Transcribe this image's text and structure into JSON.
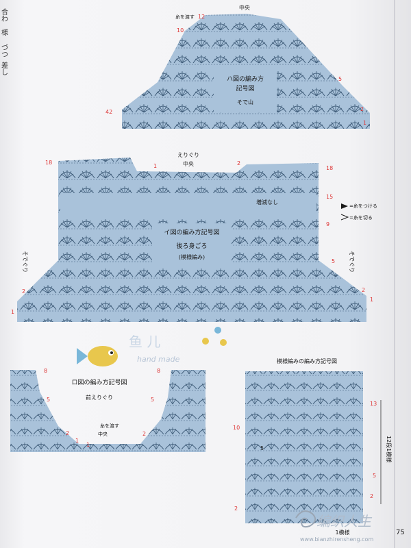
{
  "left_margin_text": [
    "合わ",
    "様",
    "づつ",
    "差し"
  ],
  "diagram_ha": {
    "title": "ハ図の編み方",
    "title2": "記号図",
    "subtitle": "そで山",
    "labels": {
      "center": "中央",
      "yarn": "糸を渡す",
      "row12": "12",
      "row10": "10",
      "row5": "5",
      "row42": "42",
      "row2": "2",
      "row1": "1"
    }
  },
  "diagram_i": {
    "title": "イ図の編み方記号図",
    "subtitle": "後ろ身ごろ",
    "subtitle2": "(模様編み)",
    "labels": {
      "neck": "えりぐり",
      "center": "中央",
      "no_change": "増減なし",
      "sleeve_left": "そでぐり",
      "sleeve_right": "そでぐり",
      "r18l": "18",
      "r18r": "18",
      "r15": "15",
      "r9": "9",
      "r5": "5",
      "r2a": "2",
      "r1a": "1",
      "r2b": "2",
      "r1b": "1",
      "r2c": "2",
      "r1c": "1"
    }
  },
  "legend": {
    "attach": "=糸をつける",
    "cut": "=糸を切る"
  },
  "watermark_fish": {
    "chars": "鱼 儿",
    "script": "hand made"
  },
  "diagram_ro": {
    "title": "ロ図の編み方記号図",
    "subtitle": "前えりぐり",
    "labels": {
      "yarn": "糸を渡す",
      "center": "中央",
      "r8l": "8",
      "r8r": "8",
      "r5l": "5",
      "r5r": "5",
      "r2l": "2",
      "r2r": "2",
      "r1l": "1",
      "r1r": "1"
    }
  },
  "diagram_pattern": {
    "title": "模様編みの編み方記号図",
    "labels": {
      "r13": "13",
      "r10": "10",
      "r5a": "5",
      "r5b": "5",
      "r2a": "2",
      "r2b": "2",
      "repeat": "12段1模様",
      "footer": "1模様"
    }
  },
  "page_number": "75",
  "site_watermark": {
    "logo_text": "编织人生",
    "url": "www.bianzhirensheng.com"
  },
  "colors": {
    "panel": "#a9c2da",
    "stitch": "#34526f",
    "red": "#d33",
    "water": "#c9d6e5"
  }
}
